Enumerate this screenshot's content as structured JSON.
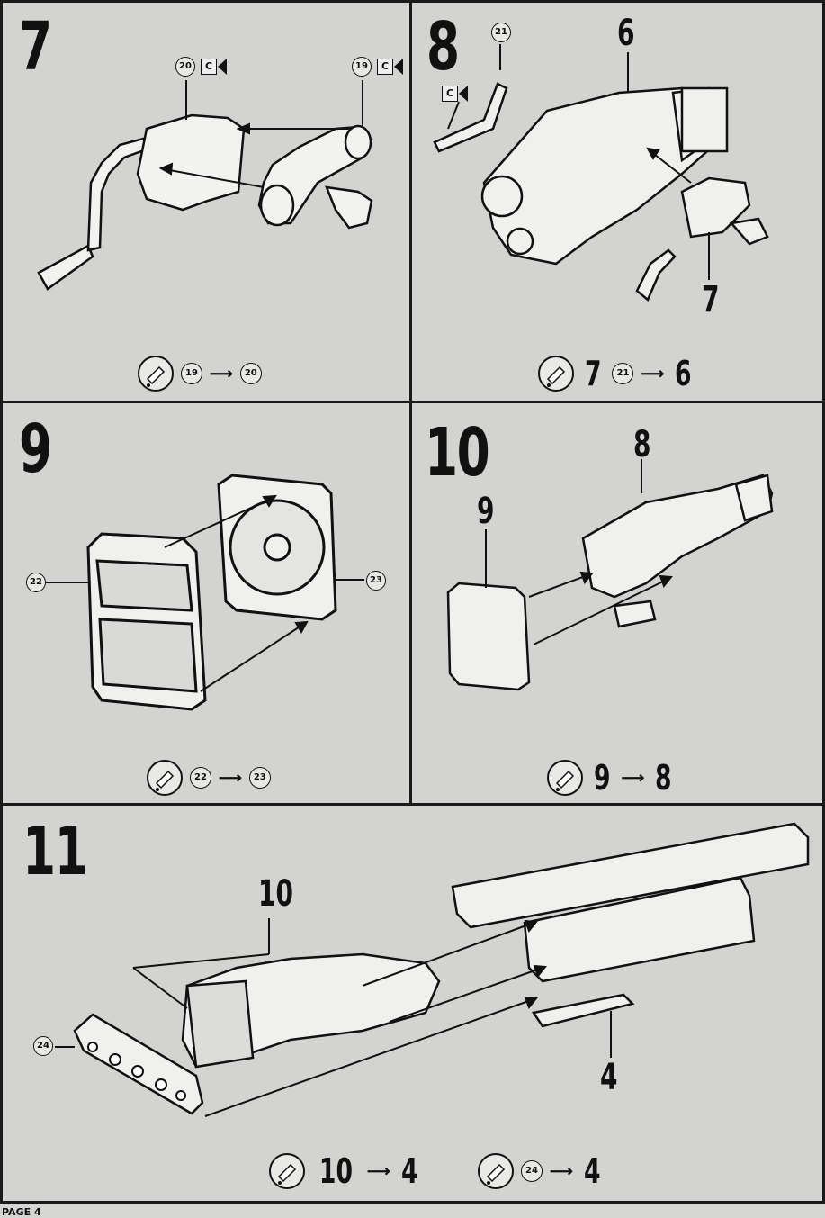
{
  "page_label": "PAGE 4",
  "steps": [
    {
      "number": "7",
      "parts": {
        "a": "20",
        "a_flag": "C",
        "b": "19",
        "b_flag": "C"
      },
      "formula": {
        "from": "19",
        "to": "20"
      }
    },
    {
      "number": "8",
      "parts": {
        "part21": "21",
        "flag": "C",
        "callout6": "6",
        "callout7": "7"
      },
      "formula": {
        "a": "7",
        "b": "21",
        "c": "6"
      }
    },
    {
      "number": "9",
      "parts": {
        "p22": "22",
        "p23": "23"
      },
      "formula": {
        "from": "22",
        "to": "23"
      }
    },
    {
      "number": "10",
      "parts": {
        "callout9": "9",
        "callout8": "8"
      },
      "formula": {
        "from": "9",
        "to": "8"
      }
    },
    {
      "number": "11",
      "parts": {
        "callout10": "10",
        "p24": "24",
        "callout4": "4"
      },
      "formula1": {
        "from": "10",
        "to": "4"
      },
      "formula2": {
        "from": "24",
        "to": "4"
      }
    }
  ]
}
